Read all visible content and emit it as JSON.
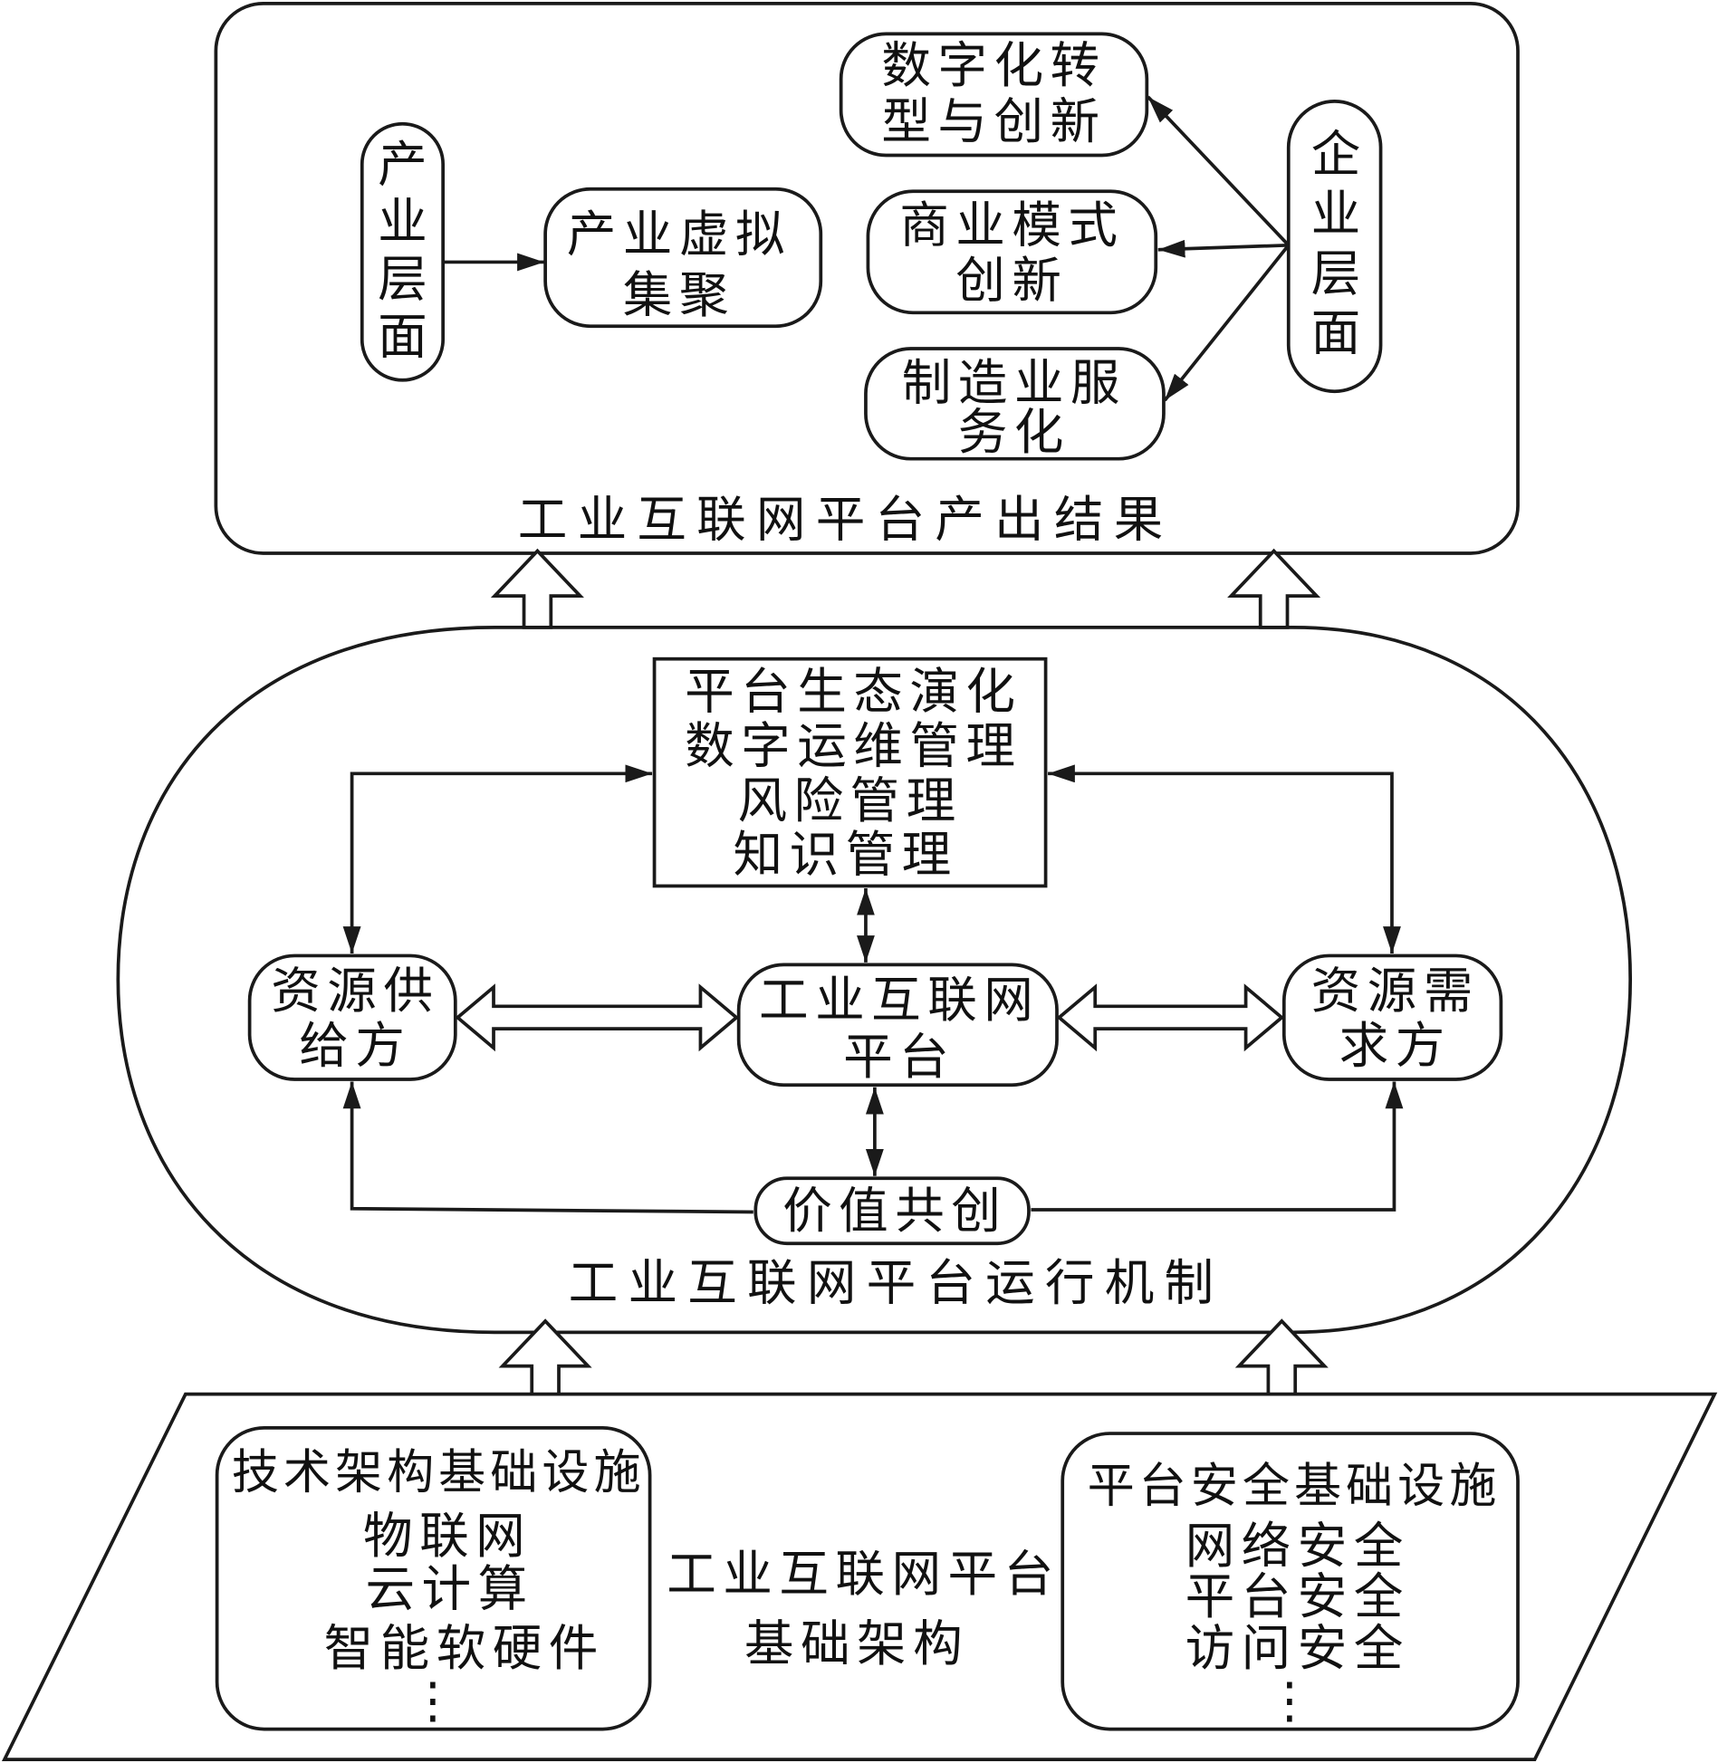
{
  "output_results": {
    "title": "工业互联网平台产出结果",
    "industry_level": "产业层面",
    "industry_virtual_cluster": [
      "产业虚拟",
      "集聚"
    ],
    "enterprise_level": "企业层面",
    "digital_transformation": [
      "数字化转",
      "型与创新"
    ],
    "business_model_innovation": [
      "商业模式",
      "创新"
    ],
    "manufacturing_servitization": [
      "制造业服",
      "务化"
    ]
  },
  "operating_mechanism": {
    "title": "工业互联网平台运行机制",
    "management": [
      "平台生态演化",
      "数字运维管理",
      "风险管理",
      "知识管理"
    ],
    "resource_supplier": [
      "资源供",
      "给方"
    ],
    "platform": [
      "工业互联网",
      "平台"
    ],
    "resource_demander": [
      "资源需",
      "求方"
    ],
    "value_co_creation": "价值共创"
  },
  "infrastructure": {
    "title": [
      "工业互联网平台",
      "基础架构"
    ],
    "technical_infrastructure": [
      "技术架构基础设施",
      "物联网",
      "云计算",
      "智能软硬件",
      "⋮"
    ],
    "security_infrastructure": [
      "平台安全基础设施",
      "网络安全",
      "平台安全",
      "访问安全",
      "⋮"
    ]
  }
}
